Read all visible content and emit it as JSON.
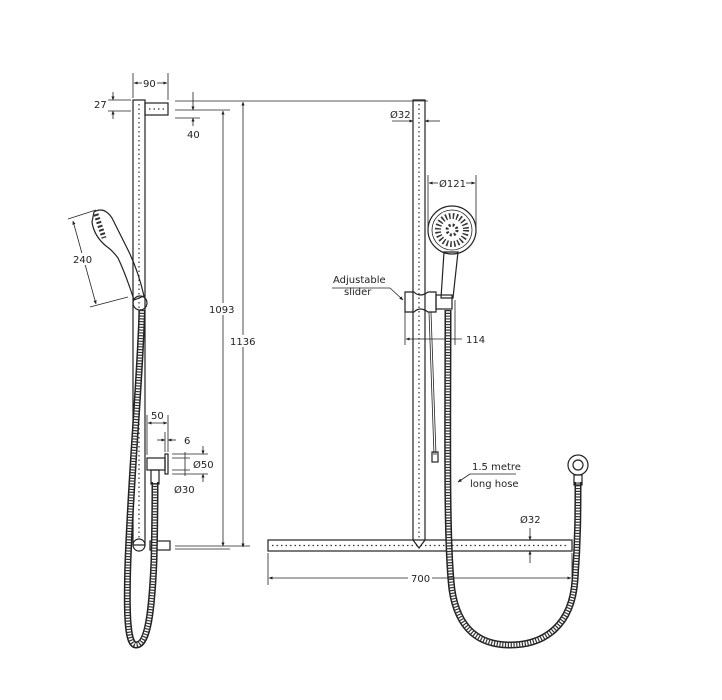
{
  "dimensions": {
    "bracket_width": "90",
    "bracket_height": "27",
    "bracket_offset": "40",
    "handshower_length": "240",
    "rail_to_bracket": "1093",
    "overall_height": "1136",
    "outlet_projection": "50",
    "outlet_flange": "6",
    "outlet_diameter": "Ø50",
    "outlet_body_diameter": "Ø30",
    "rail_diameter": "Ø32",
    "head_diameter": "Ø121",
    "slider_projection": "114",
    "bar_diameter": "Ø32",
    "bar_length": "700"
  },
  "labels": {
    "slider_line1": "Adjustable",
    "slider_line2": "slider",
    "hose_line1": "1.5 metre",
    "hose_line2": "long hose"
  }
}
